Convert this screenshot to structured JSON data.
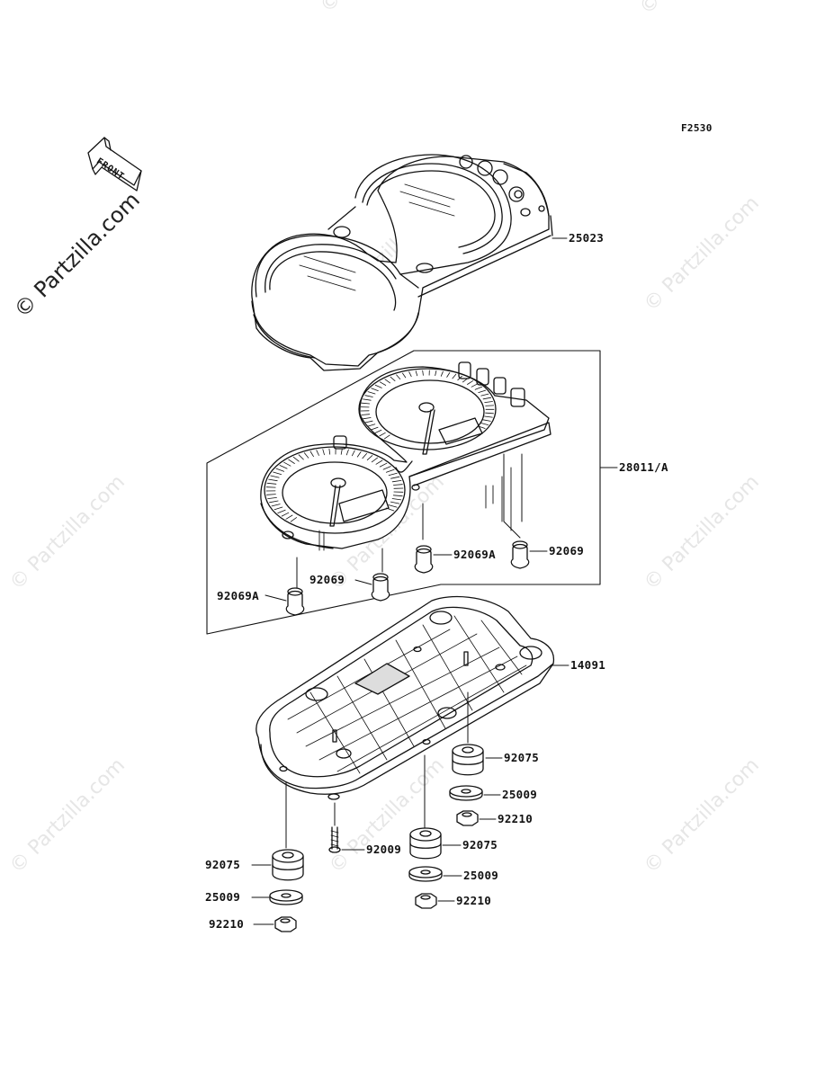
{
  "figure_code": "F2530",
  "front_tag": "FRONT",
  "copyright": "© Partzilla.com",
  "watermark": "© Partzilla.com",
  "parts": {
    "meter_case": "25023",
    "meter_assy": "28011/A",
    "bulb_right": "92069",
    "bulb_a_mid": "92069A",
    "bulb_mid": "92069",
    "bulb_a_left": "92069A",
    "lower_case": "14091",
    "damper_right": "92075",
    "washer_right": "25009",
    "nut_right": "92210",
    "screw": "92009",
    "damper_center": "92075",
    "washer_center": "25009",
    "nut_center": "92210",
    "damper_left": "92075",
    "washer_left": "25009",
    "nut_left": "92210"
  }
}
